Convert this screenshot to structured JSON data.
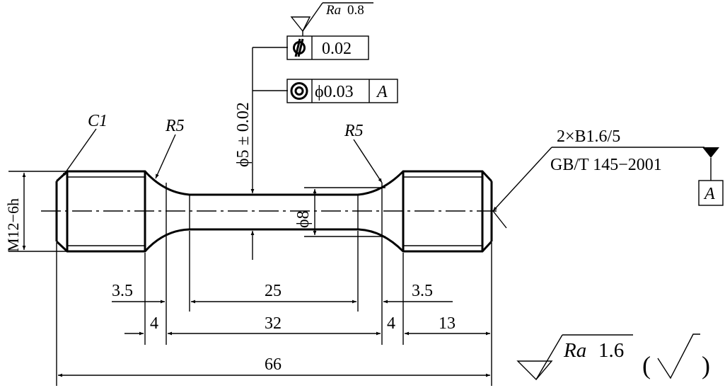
{
  "thread_label": "M12−6h",
  "chamfer_label": "C1",
  "radius_left": "R5",
  "radius_right": "R5",
  "neck_tolerance_label": "ϕ5 ± 0.02",
  "shoulder_diameter_label": "ϕ8",
  "roughness_top": {
    "param": "Ra",
    "value": "0.8"
  },
  "cylindricity_frame": {
    "symbol": "cylindricity",
    "tolerance": "0.02"
  },
  "coaxiality_frame": {
    "symbol": "coaxiality",
    "tolerance": "ϕ0.03",
    "datum": "A"
  },
  "center_hole": {
    "line1": "2×B1.6/5",
    "line2": "GB/T 145−2001"
  },
  "datum_label": "A",
  "dimensions": {
    "d_3_5_left": "3.5",
    "d_25": "25",
    "d_3_5_right": "3.5",
    "d_4_left": "4",
    "d_32": "32",
    "d_4_right": "4",
    "d_13": "13",
    "d_66": "66"
  },
  "general_roughness": {
    "param": "Ra",
    "value": "1.6",
    "open_paren": "(",
    "close_paren": ")"
  }
}
